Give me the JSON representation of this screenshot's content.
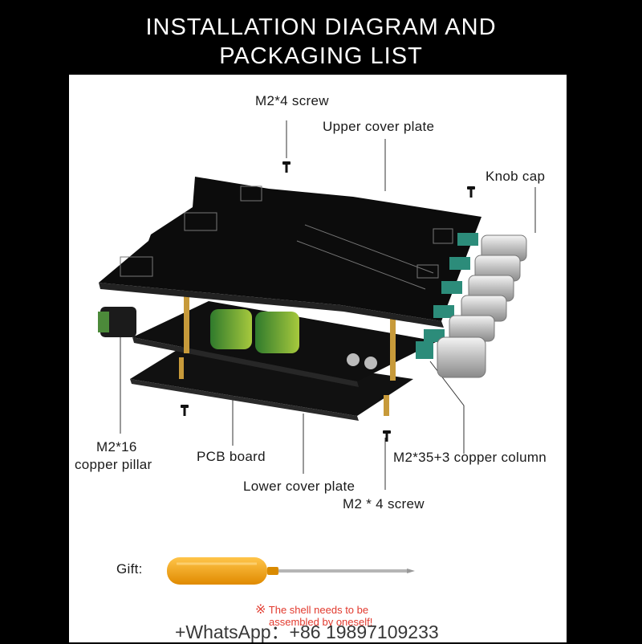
{
  "header": {
    "title_line1": "INSTALLATION DIAGRAM AND",
    "title_line2": "PACKAGING LIST"
  },
  "labels": {
    "top_screw": "M2*4 screw",
    "upper_cover": "Upper cover plate",
    "knob_cap": "Knob cap",
    "copper_pillar_1": "M2*16",
    "copper_pillar_2": "copper pillar",
    "pcb_board": "PCB board",
    "copper_column": "M2*35+3 copper column",
    "lower_cover": "Lower cover plate",
    "bottom_screw": "M2 * 4 screw",
    "gift": "Gift:"
  },
  "note": {
    "symbol": "※",
    "line1": "The shell needs to be",
    "line2": "assembled by oneself!"
  },
  "watermark": "+WhatsApp：+86 19897109233",
  "colors": {
    "background": "#000000",
    "panel": "#ffffff",
    "board": "#111111",
    "knob": "#d8d8d8",
    "screwdriver_handle": "#f2a81d",
    "note_red": "#e23a2e"
  }
}
